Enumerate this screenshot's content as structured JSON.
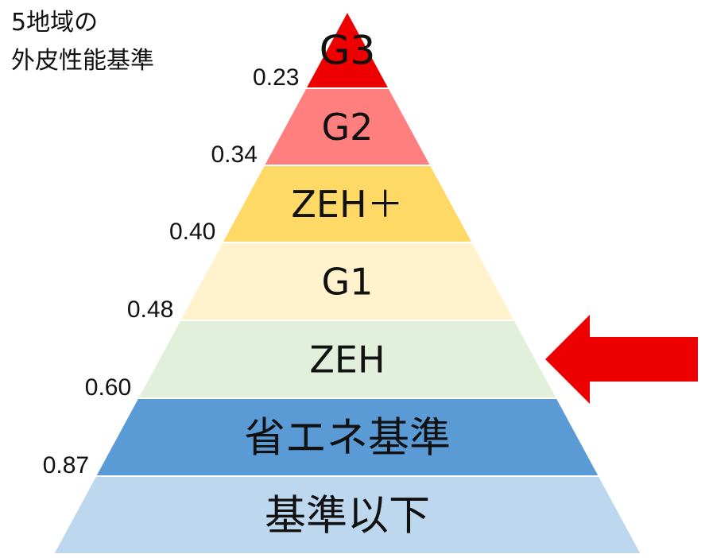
{
  "title": {
    "line1": "5地域の",
    "line2": "外皮性能基準"
  },
  "levels": [
    {
      "label": "G3",
      "color": "#ee0000"
    },
    {
      "label": "G2",
      "color": "#ff7f7f"
    },
    {
      "label": "ZEH＋",
      "color": "#ffd966"
    },
    {
      "label": "G1",
      "color": "#fff2cc"
    },
    {
      "label": "ZEH",
      "color": "#e2efda"
    },
    {
      "label": "省エネ基準",
      "color": "#5b9bd5"
    },
    {
      "label": "基準以下",
      "color": "#bdd7ee"
    }
  ],
  "thresholds": [
    "0.23",
    "0.34",
    "0.40",
    "0.48",
    "0.60",
    "0.87"
  ],
  "arrow": {
    "color": "#ee0000",
    "points_to": "ZEH"
  }
}
